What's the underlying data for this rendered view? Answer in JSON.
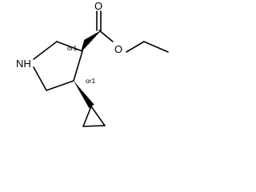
{
  "structure": {
    "atoms": {
      "oxygen_carbonyl": "O",
      "oxygen_ester": "O",
      "nitrogen_amine": "NH"
    },
    "stereo_labels": {
      "c3": "or1",
      "c4": "or1"
    }
  }
}
